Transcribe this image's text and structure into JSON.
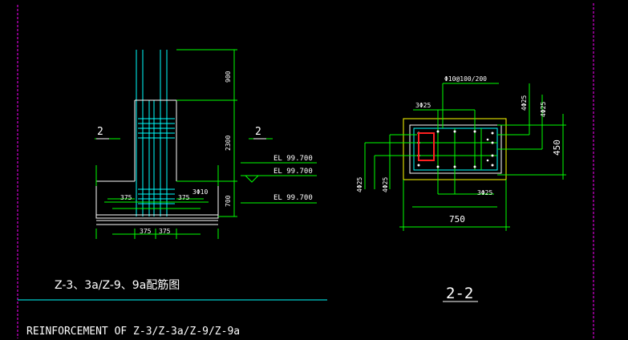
{
  "drawing": {
    "left_detail": {
      "section_mark_left": "2",
      "section_mark_right": "2",
      "dim_top": "900",
      "dim_mid": "2300",
      "dim_bottom": "700",
      "el_labels": [
        "EL 99.700",
        "EL 99.700",
        "EL 99.700"
      ],
      "rebar_label": "3Φ10",
      "dim_375_left": "375",
      "dim_375_right": "375",
      "dim_375_bottom_a": "375",
      "dim_375_bottom_b": "375",
      "title": "Z-3、3a/Z-9、9a配筋图"
    },
    "right_detail": {
      "stirrup_label": "Φ10@100/200",
      "top_bar_label": "3Φ25",
      "bottom_bar_label": "3Φ25",
      "side_left_a": "4Φ25",
      "side_left_b": "4Φ25",
      "side_right_a": "4Φ25",
      "side_right_b": "4Φ25",
      "dim_width": "750",
      "dim_height": "450",
      "section_title": "2-2"
    },
    "footer_title": "REINFORCEMENT OF Z-3/Z-3a/Z-9/Z-9a"
  },
  "colors": {
    "background": "#000000",
    "green": "#00ff00",
    "cyan": "#00ffff",
    "yellow": "#ffff00",
    "white": "#ffffff",
    "magenta": "#ff00ff",
    "highlight": "#ff2020"
  }
}
